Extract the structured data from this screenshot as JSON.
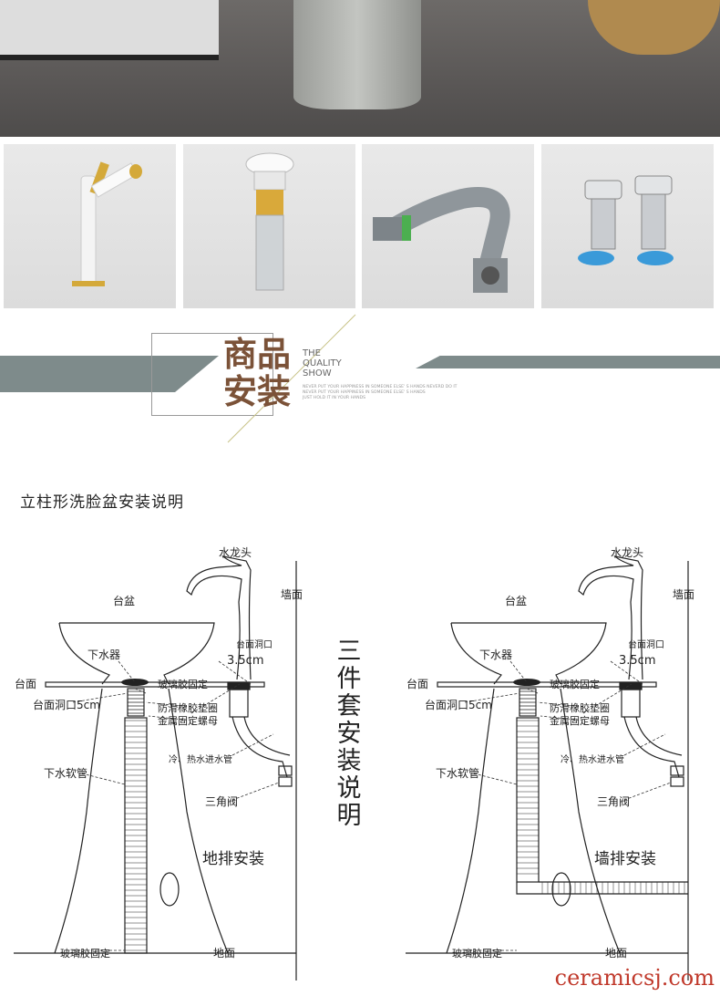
{
  "banner": {
    "title_line1": "商品",
    "title_line2": "安装",
    "english_title": [
      "THE",
      "QUALITY",
      "SHOW"
    ],
    "tagline": [
      "NEVER PUT YOUR HAPPINESS IN SOMEONE ELSE' S HANDS NEVERD DO IT",
      "NEVER PUT YOUR HAPPINESS IN SOMEONE ELSE' S HANDS",
      "JUST HOLD IT IN YOUR HANDS"
    ]
  },
  "section_title": "立柱形洗脸盆安装说明",
  "center_caption": [
    "三",
    "件",
    "套",
    "安",
    "装",
    "说",
    "明"
  ],
  "diagram_left": {
    "faucet": "水龙头",
    "wall": "墙面",
    "basin": "台盆",
    "drain": "下水器",
    "counter": "台面",
    "glue": "玻璃胶固定",
    "hole": "台面洞口",
    "hole_size": "3.5cm",
    "drain_hole": "台面洞口5cm",
    "gasket": "防滑橡胶垫圈",
    "nut": "金属固定螺母",
    "inlet": "冷、热水进水管",
    "hose": "下水软管",
    "valve": "三角阀",
    "mode": "地排安装",
    "floor_glue": "玻璃胶固定",
    "floor": "地面"
  },
  "diagram_right": {
    "faucet": "水龙头",
    "wall": "墙面",
    "basin": "台盆",
    "drain": "下水器",
    "counter": "台面",
    "glue": "玻璃胶固定",
    "hole": "台面洞口",
    "hole_size": "3.5cm",
    "drain_hole": "台面洞口5cm",
    "gasket": "防滑橡胶垫圈",
    "nut": "金属固定螺母",
    "inlet": "冷、热水进水管",
    "hose": "下水软管",
    "valve": "三角阀",
    "mode": "墙排安装",
    "floor_glue": "玻璃胶固定",
    "floor": "地面"
  },
  "watermark": "ceramicsj.com",
  "colors": {
    "accent_brown": "#7b5238",
    "band_gray": "#7e8b8b",
    "watermark_red": "#c0392b"
  }
}
